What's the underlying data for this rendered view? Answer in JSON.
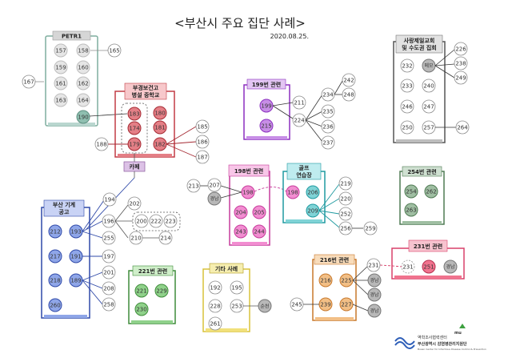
{
  "title": "<부산시 주요 집단 사례>",
  "date": "2020.08.25.",
  "org": {
    "line1": "역학조사협력센터",
    "line2": "부산광역시 감염병관리지원단",
    "line3": "Busan Center for Infectious Disease Control & Prevention",
    "logo_text": "mu"
  },
  "groups": {
    "petr1": "PETR1",
    "bukyeong": [
      "부경보건고",
      "병설 중학교"
    ],
    "cafe": "카페",
    "busan_market": [
      "부산 기계",
      "공고"
    ],
    "g199": "199번 관련",
    "g198": "198번 관련",
    "golf": [
      "골프",
      "연습장"
    ],
    "church": [
      "사랑제일교회",
      "및 수도권 집회"
    ],
    "g254": "254번 관련",
    "g231": "231번 관련",
    "g221": "221번 관련",
    "etc": "기타 사례",
    "g216": "216번 관련"
  },
  "nodes": {
    "petr": [
      "157",
      "158",
      "159",
      "160",
      "161",
      "162",
      "163",
      "164",
      "190"
    ],
    "n165": "165",
    "n167": "167",
    "buk": [
      "183",
      "180",
      "174",
      "181",
      "179",
      "182"
    ],
    "n185": "185",
    "n186": "186",
    "n187": "187",
    "n188": "188",
    "bm": [
      "212",
      "193",
      "217",
      "191",
      "218",
      "189",
      "260"
    ],
    "n194": "194",
    "n196": "196",
    "n255": "255",
    "n197": "197",
    "n201": "201",
    "n208": "208",
    "n258": "258",
    "n202": "202",
    "n200": "200",
    "n222": "222",
    "n223": "223",
    "n210": "210",
    "n214": "214",
    "g199n": [
      "199",
      "215"
    ],
    "n211": "211",
    "n224": "224",
    "n234": "234",
    "n242": "242",
    "n248": "248",
    "n235": "235",
    "n236": "236",
    "n237": "237",
    "g198n": [
      "198",
      "204",
      "205",
      "243",
      "244"
    ],
    "n213": "213",
    "n207": "207",
    "gyeongnam": "경남",
    "golfn": [
      "198",
      "206",
      "209"
    ],
    "n219": "219",
    "n220": "220",
    "n252": "252",
    "n256": "256",
    "n259": "259",
    "church_n": [
      "232",
      "메모",
      "233",
      "240",
      "246",
      "247",
      "250",
      "257"
    ],
    "n226": "226",
    "n238": "238",
    "n249": "249",
    "n264": "264",
    "g254n": [
      "254",
      "262",
      "263"
    ],
    "g231n": [
      "231",
      "251",
      "경남"
    ],
    "n231out": "231",
    "g221n": [
      "221",
      "229",
      "230"
    ],
    "etcn": [
      "192",
      "195",
      "228",
      "253",
      "261"
    ],
    "suncheon": "순천",
    "g216n": [
      "216",
      "225",
      "239",
      "227"
    ],
    "n245": "245",
    "gn216": [
      "경남",
      "경남",
      "경남"
    ]
  },
  "colors": {
    "petr": "#b9d6cf",
    "petr_border": "#7fae9f",
    "red": "#e47f86",
    "red_border": "#c23b45",
    "blue": "#8fa6e8",
    "blue_border": "#2f49a8",
    "purple": "#c78ee6",
    "purple_border": "#8b2fbf",
    "pink": "#f28dd1",
    "pink_border": "#c63b9b",
    "cyan": "#7fd3d6",
    "cyan_border": "#1f9aa0",
    "green": "#8fd18a",
    "green_border": "#3e8c3a",
    "grayg": "#9fbea2",
    "grayg_border": "#4f7a53",
    "yellow": "#f1e07a",
    "orange": "#f2bf86",
    "orange_border": "#c8782b",
    "rose": "#f0738e",
    "gray_node": "#b8b8b8"
  }
}
